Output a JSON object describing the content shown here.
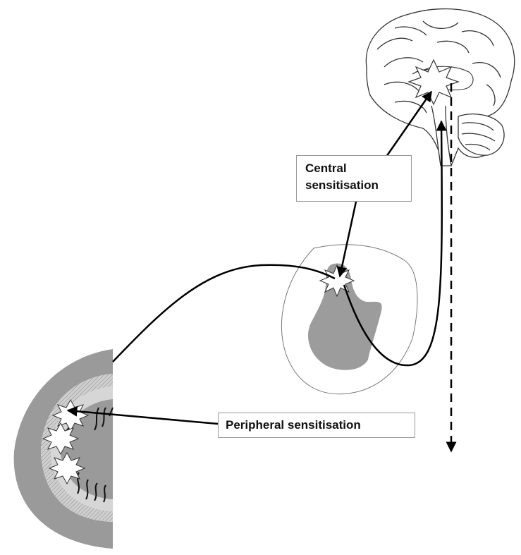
{
  "labels": {
    "central_line1": "Central",
    "central_line2": "sensitisation",
    "peripheral": "Peripheral sensitisation"
  },
  "colors": {
    "tissue_dark": "#9a9a9a",
    "tissue_light": "#d6d6d6",
    "spinal_gray": "#9c9c9c",
    "arrow": "#000000",
    "box_border": "#999999"
  }
}
